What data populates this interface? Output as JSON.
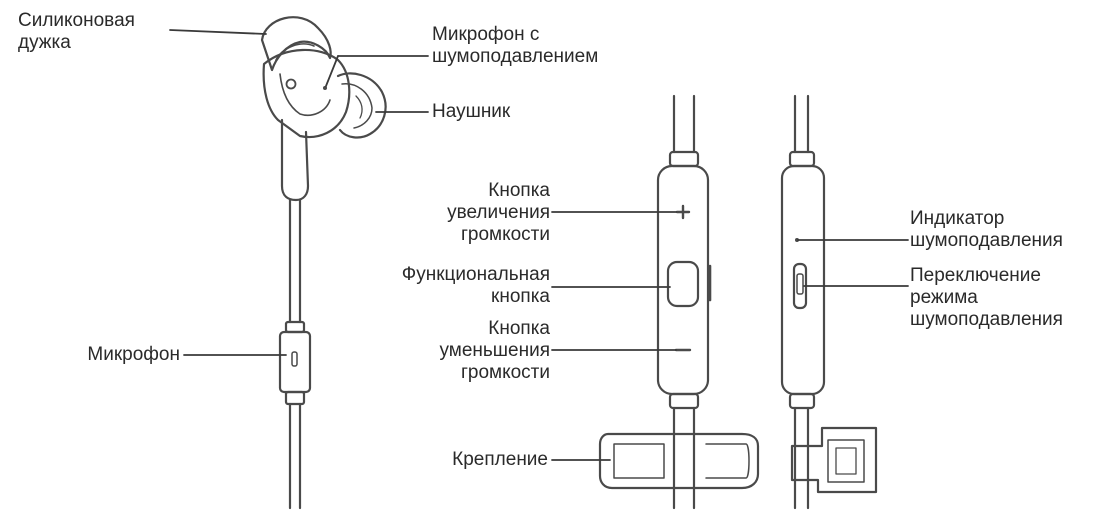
{
  "labels": {
    "silicone_arc": "Силиконовая\nдужка",
    "nc_mic": "Микрофон с\nшумоподавлением",
    "earbud": "Наушник",
    "microphone": "Микрофон",
    "vol_up": "Кнопка\nувеличения\nгромкости",
    "func_button": "Функциональная\nкнопка",
    "vol_down": "Кнопка\nуменьшения\nгромкости",
    "clip": "Крепление",
    "nc_indicator": "Индикатор\nшумоподавления",
    "nc_switch": "Переключение\nрежима\nшумоподавления"
  },
  "colors": {
    "line": "#4a4a4a",
    "text": "#2a2a2a",
    "background": "#ffffff"
  }
}
